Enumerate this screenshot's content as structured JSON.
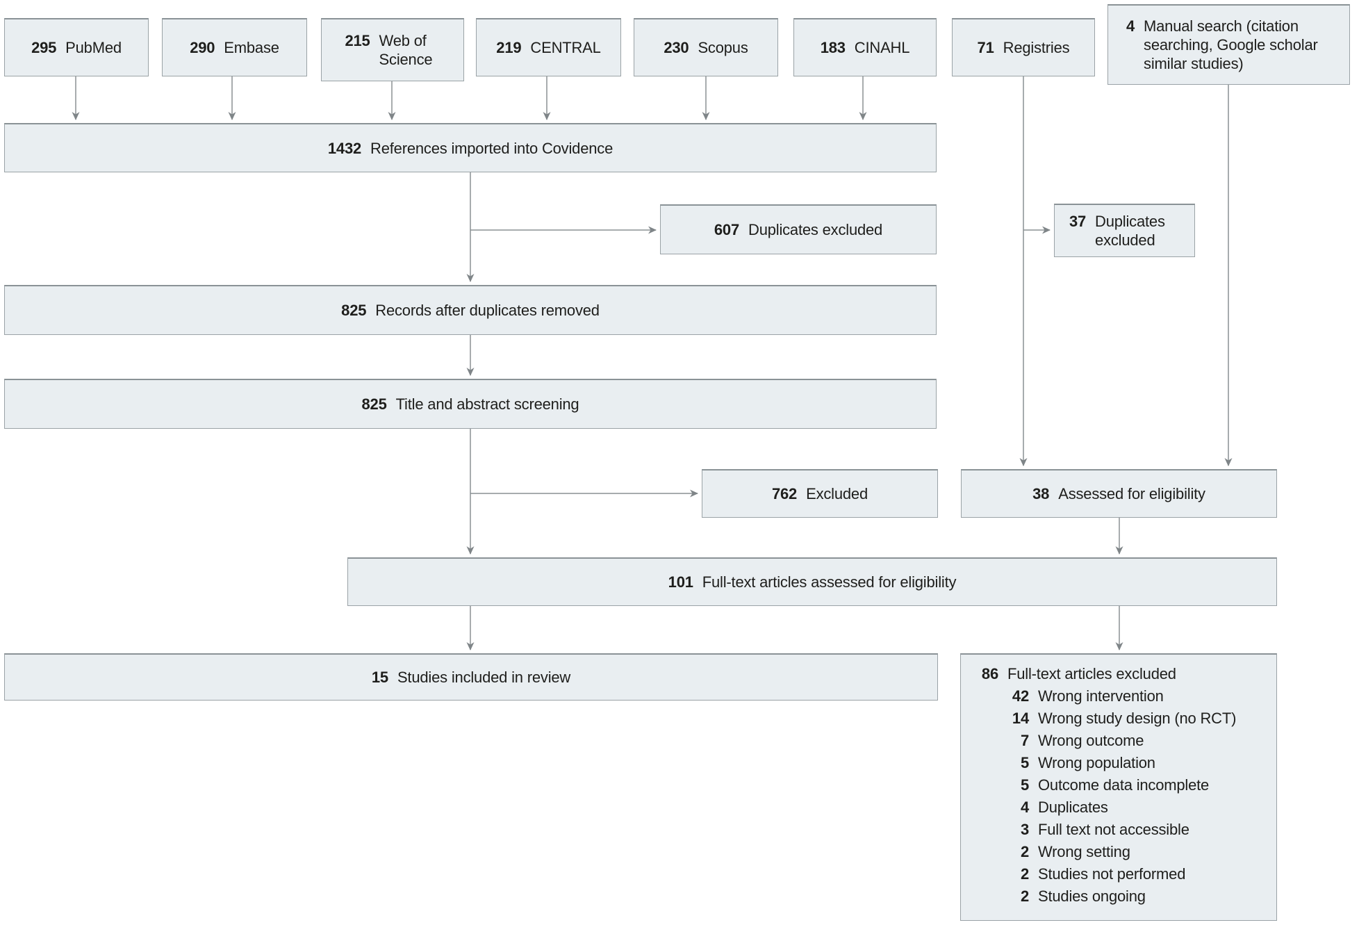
{
  "figure": {
    "sources": [
      {
        "count": "295",
        "label": "PubMed"
      },
      {
        "count": "290",
        "label": "Embase"
      },
      {
        "count": "215",
        "label": "Web of Science"
      },
      {
        "count": "219",
        "label": "CENTRAL"
      },
      {
        "count": "230",
        "label": "Scopus"
      },
      {
        "count": "183",
        "label": "CINAHL"
      },
      {
        "count": "71",
        "label": "Registries"
      },
      {
        "count": "4",
        "label": "Manual search (citation searching, Google scholar similar studies)"
      }
    ],
    "nodes": {
      "imported": {
        "count": "1432",
        "label": "References imported into Covidence"
      },
      "duplicates_main": {
        "count": "607",
        "label": "Duplicates excluded"
      },
      "duplicates_reg": {
        "count": "37",
        "label": "Duplicates excluded"
      },
      "after_duplicates": {
        "count": "825",
        "label": "Records after duplicates removed"
      },
      "title_abstract": {
        "count": "825",
        "label": "Title and abstract screening"
      },
      "excluded": {
        "count": "762",
        "label": "Excluded"
      },
      "assessed": {
        "count": "38",
        "label": "Assessed for eligibility"
      },
      "fulltext": {
        "count": "101",
        "label": "Full-text articles assessed for eligibility"
      },
      "included": {
        "count": "15",
        "label": "Studies included in review"
      },
      "fulltext_excluded": {
        "count": "86",
        "label": "Full-text articles excluded"
      }
    },
    "exclusion_reasons": [
      {
        "count": "42",
        "label": "Wrong intervention"
      },
      {
        "count": "14",
        "label": "Wrong study design (no RCT)"
      },
      {
        "count": "7",
        "label": "Wrong outcome"
      },
      {
        "count": "5",
        "label": "Wrong population"
      },
      {
        "count": "5",
        "label": "Outcome data incomplete"
      },
      {
        "count": "4",
        "label": "Duplicates"
      },
      {
        "count": "3",
        "label": "Full text not accessible"
      },
      {
        "count": "2",
        "label": "Wrong setting"
      },
      {
        "count": "2",
        "label": "Studies not performed"
      },
      {
        "count": "2",
        "label": "Studies ongoing"
      }
    ],
    "colors": {
      "box_fill": "#e9eef1",
      "box_border": "#9aa2a6",
      "line": "#8a9093",
      "text": "#1e1e1c"
    }
  }
}
